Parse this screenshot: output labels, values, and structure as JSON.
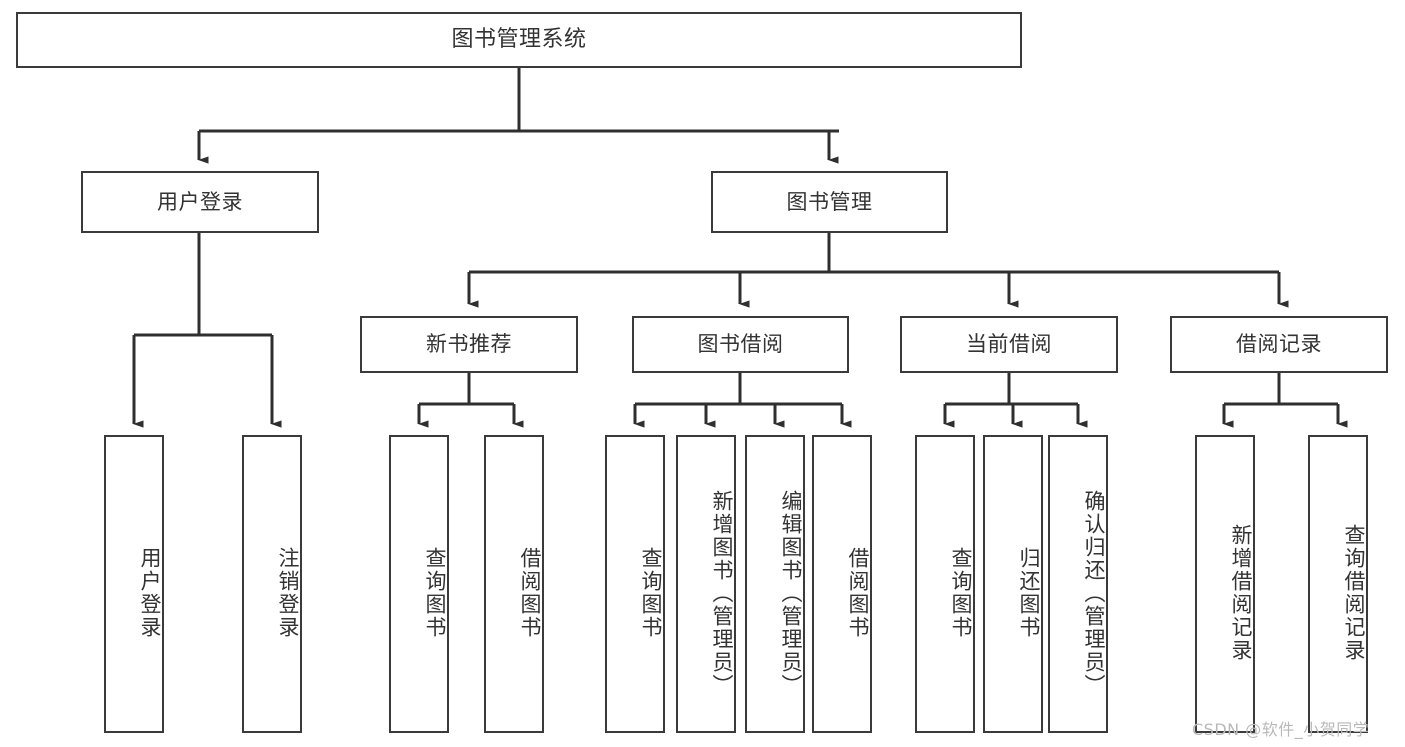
{
  "diagram": {
    "title": "图书管理系统",
    "watermark": "CSDN @软件_小贺同学",
    "colors": {
      "box_border": "#3a3a3a",
      "box_fill": "#ffffff",
      "text": "#333333",
      "connector": "#2f2f2f",
      "watermark": "#b9b9b9",
      "background": "#ffffff"
    },
    "levels": {
      "root": "图书管理系统",
      "level2": [
        "用户登录",
        "图书管理"
      ],
      "level3": [
        "新书推荐",
        "图书借阅",
        "当前借阅",
        "借阅记录"
      ]
    },
    "nodes": {
      "root": {
        "label": "图书管理系统"
      },
      "user_login": {
        "label": "用户登录"
      },
      "book_manage": {
        "label": "图书管理"
      },
      "new_book_rec": {
        "label": "新书推荐"
      },
      "book_borrow": {
        "label": "图书借阅"
      },
      "current_borrow": {
        "label": "当前借阅"
      },
      "borrow_record": {
        "label": "借阅记录"
      },
      "leaf_user_login": {
        "label": "用户登录"
      },
      "leaf_logout": {
        "label": "注销登录"
      },
      "leaf_query_book_1": {
        "label": "查询图书"
      },
      "leaf_borrow_book_1": {
        "label": "借阅图书"
      },
      "leaf_query_book_2": {
        "label": "查询图书"
      },
      "leaf_add_book": {
        "label": "新增图书（管理员）"
      },
      "leaf_edit_book": {
        "label": "编辑图书（管理员）"
      },
      "leaf_borrow_book_2": {
        "label": "借阅图书"
      },
      "leaf_query_book_3": {
        "label": "查询图书"
      },
      "leaf_return_book": {
        "label": "归还图书"
      },
      "leaf_confirm_return": {
        "label": "确认归还（管理员）"
      },
      "leaf_add_record": {
        "label": "新增借阅记录"
      },
      "leaf_query_record": {
        "label": "查询借阅记录"
      }
    },
    "tree": {
      "图书管理系统": {
        "用户登录": [
          "用户登录",
          "注销登录"
        ],
        "图书管理": {
          "新书推荐": [
            "查询图书",
            "借阅图书"
          ],
          "图书借阅": [
            "查询图书",
            "新增图书（管理员）",
            "编辑图书（管理员）",
            "借阅图书"
          ],
          "当前借阅": [
            "查询图书",
            "归还图书",
            "确认归还（管理员）"
          ],
          "借阅记录": [
            "新增借阅记录",
            "查询借阅记录"
          ]
        }
      }
    }
  }
}
